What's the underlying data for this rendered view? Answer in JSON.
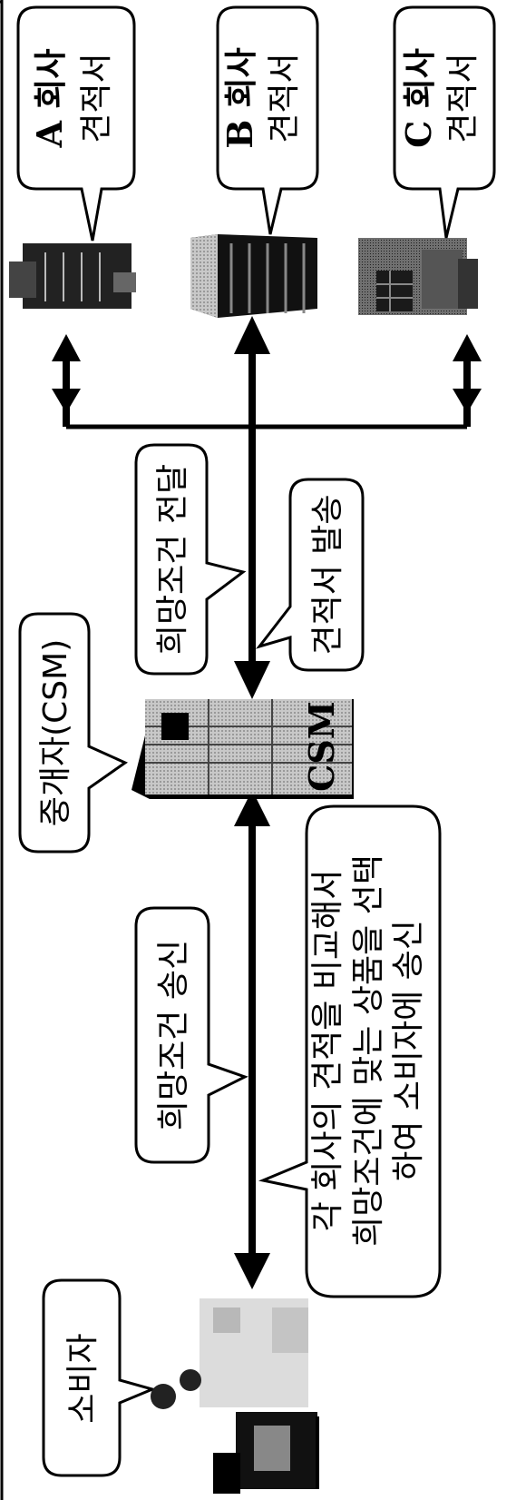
{
  "consumer": {
    "label": "소비자"
  },
  "mediator": {
    "label": "중개자(CSM)",
    "box_text": "CSM"
  },
  "send_left": {
    "label": "희망조건 송신"
  },
  "forward": {
    "label": "희망조건 전달"
  },
  "dispatch": {
    "label": "견적서 발송"
  },
  "compare": {
    "line1": "각 회사의 견적을 비교해서",
    "line2": "희망조건에 맞는 상품을 선택",
    "line3": "하여 소비자에 송신"
  },
  "companies": [
    {
      "letter": "A",
      "name": "회사",
      "doc": "견적서"
    },
    {
      "letter": "B",
      "name": "회사",
      "doc": "견적서"
    },
    {
      "letter": "C",
      "name": "회사",
      "doc": "견적서"
    }
  ],
  "colors": {
    "ink": "#000000",
    "paper": "#ffffff",
    "gray": "#b0b0b0"
  }
}
